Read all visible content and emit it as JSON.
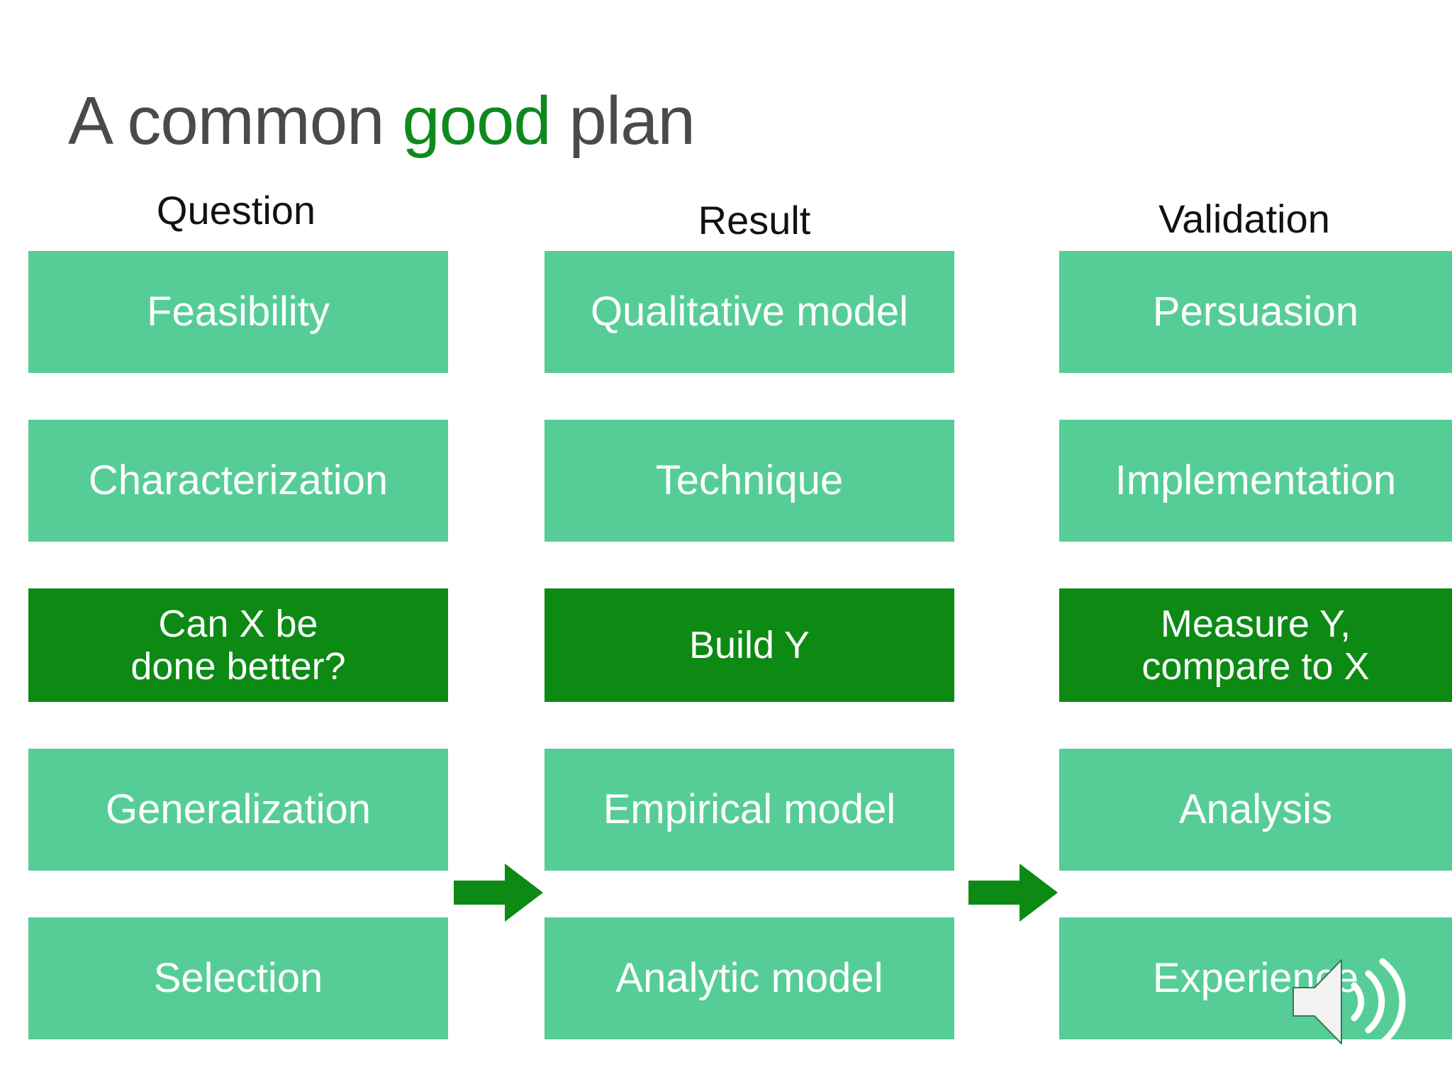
{
  "slide": {
    "title_prefix": "A common ",
    "title_accent": "good",
    "title_suffix": " plan",
    "title_full": "A common good plan"
  },
  "colors": {
    "background": "#ffffff",
    "title_text": "#4a4a4a",
    "accent_green": "#0e8a1c",
    "cell_light_green": "#56cd97",
    "cell_dark_green": "#0c8a14",
    "cell_text": "#ffffff",
    "header_text": "#111111",
    "arrow_green": "#0c8a14"
  },
  "columns": [
    {
      "header": "Question",
      "cells": [
        {
          "label": "Feasibility",
          "highlighted": false
        },
        {
          "label": "Characterization",
          "highlighted": false
        },
        {
          "label": "Can X be\ndone better?",
          "highlighted": true
        },
        {
          "label": "Generalization",
          "highlighted": false
        },
        {
          "label": "Selection",
          "highlighted": false
        }
      ]
    },
    {
      "header": "Result",
      "cells": [
        {
          "label": "Qualitative model",
          "highlighted": false
        },
        {
          "label": "Technique",
          "highlighted": false
        },
        {
          "label": "Build Y",
          "highlighted": true
        },
        {
          "label": "Empirical model",
          "highlighted": false
        },
        {
          "label": "Analytic model",
          "highlighted": false
        }
      ]
    },
    {
      "header": "Validation",
      "cells": [
        {
          "label": "Persuasion",
          "highlighted": false
        },
        {
          "label": "Implementation",
          "highlighted": false
        },
        {
          "label": "Measure Y,\ncompare to X",
          "highlighted": true
        },
        {
          "label": "Analysis",
          "highlighted": false
        },
        {
          "label": "Experience",
          "highlighted": false
        }
      ]
    }
  ],
  "arrows": [
    {
      "name": "arrow-question-to-result",
      "direction": "right"
    },
    {
      "name": "arrow-result-to-validation",
      "direction": "right"
    }
  ],
  "media": {
    "speaker_icon": "speaker-volume-icon"
  }
}
